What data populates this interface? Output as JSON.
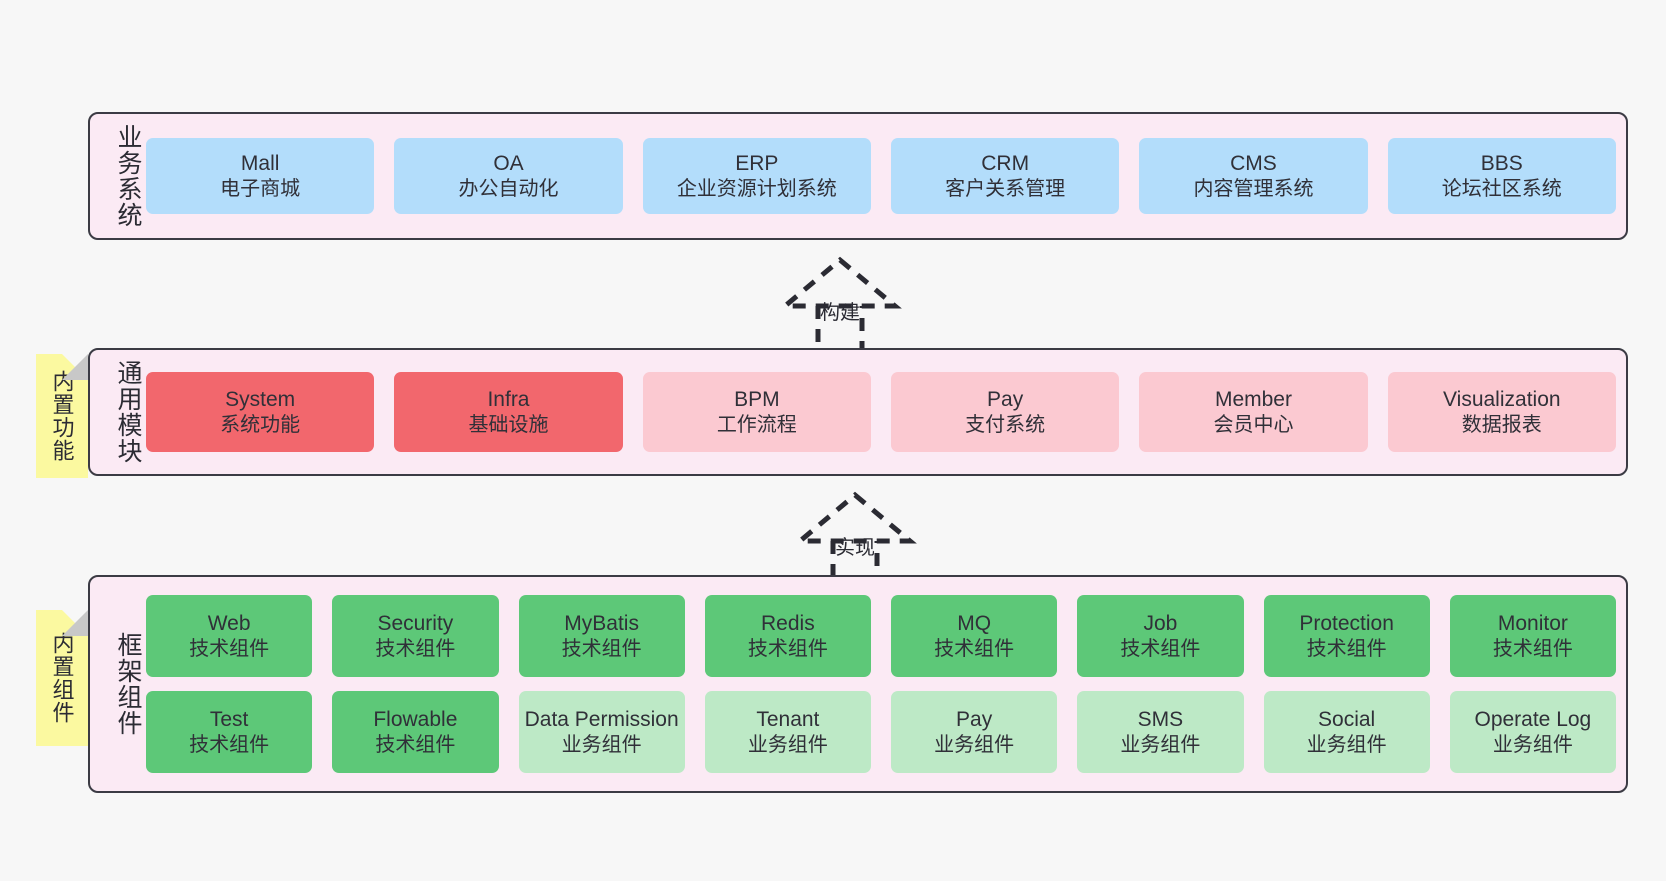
{
  "diagram": {
    "background": "#f7f7f7",
    "layer_bg": "#fbeaf4",
    "layer_border": "#3b3b44",
    "sticky_bg": "#fbf9a0"
  },
  "layers": [
    {
      "id": "business",
      "title": "业务系统",
      "card_color": "#b3ddfb",
      "rows": [
        [
          {
            "en": "Mall",
            "cn": "电子商城"
          },
          {
            "en": "OA",
            "cn": "办公自动化"
          },
          {
            "en": "ERP",
            "cn": "企业资源计划系统"
          },
          {
            "en": "CRM",
            "cn": "客户关系管理"
          },
          {
            "en": "CMS",
            "cn": "内容管理系统"
          },
          {
            "en": "BBS",
            "cn": "论坛社区系统"
          }
        ]
      ]
    },
    {
      "id": "common",
      "title": "通用模块",
      "sticky": "内置功能",
      "card_color_strong": "#f2676d",
      "card_color_light": "#fbc9d1",
      "rows": [
        [
          {
            "en": "System",
            "cn": "系统功能",
            "tone": "strong"
          },
          {
            "en": "Infra",
            "cn": "基础设施",
            "tone": "strong"
          },
          {
            "en": "BPM",
            "cn": "工作流程",
            "tone": "light"
          },
          {
            "en": "Pay",
            "cn": "支付系统",
            "tone": "light"
          },
          {
            "en": "Member",
            "cn": "会员中心",
            "tone": "light"
          },
          {
            "en": "Visualization",
            "cn": "数据报表",
            "tone": "light"
          }
        ]
      ]
    },
    {
      "id": "framework",
      "title": "框架组件",
      "sticky": "内置组件",
      "card_color_strong": "#5dc878",
      "card_color_light": "#bde9c6",
      "rows": [
        [
          {
            "en": "Web",
            "cn": "技术组件",
            "tone": "strong"
          },
          {
            "en": "Security",
            "cn": "技术组件",
            "tone": "strong"
          },
          {
            "en": "MyBatis",
            "cn": "技术组件",
            "tone": "strong"
          },
          {
            "en": "Redis",
            "cn": "技术组件",
            "tone": "strong"
          },
          {
            "en": "MQ",
            "cn": "技术组件",
            "tone": "strong"
          },
          {
            "en": "Job",
            "cn": "技术组件",
            "tone": "strong"
          },
          {
            "en": "Protection",
            "cn": "技术组件",
            "tone": "strong"
          },
          {
            "en": "Monitor",
            "cn": "技术组件",
            "tone": "strong"
          }
        ],
        [
          {
            "en": "Test",
            "cn": "技术组件",
            "tone": "strong"
          },
          {
            "en": "Flowable",
            "cn": "技术组件",
            "tone": "strong"
          },
          {
            "en": "Data Permission",
            "cn": "业务组件",
            "tone": "light"
          },
          {
            "en": "Tenant",
            "cn": "业务组件",
            "tone": "light"
          },
          {
            "en": "Pay",
            "cn": "业务组件",
            "tone": "light"
          },
          {
            "en": "SMS",
            "cn": "业务组件",
            "tone": "light"
          },
          {
            "en": "Social",
            "cn": "业务组件",
            "tone": "light"
          },
          {
            "en": "Operate Log",
            "cn": "业务组件",
            "tone": "light"
          }
        ]
      ]
    }
  ],
  "connectors": [
    {
      "id": "build",
      "label": "构建",
      "style": "dashed-hollow-triangle-up"
    },
    {
      "id": "impl",
      "label": "实现",
      "style": "dashed-hollow-triangle-up"
    }
  ]
}
